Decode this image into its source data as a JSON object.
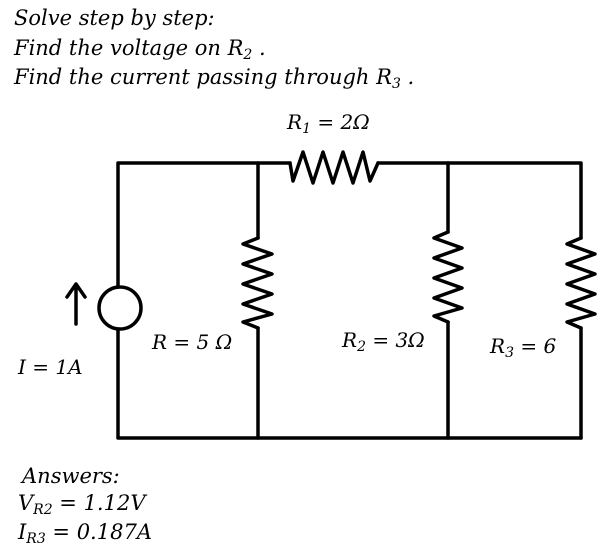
{
  "problem": {
    "line1": "Solve step by step:",
    "line2_prefix": "Find the voltage on R",
    "line2_sub": "2",
    "line2_suffix": " .",
    "line3_prefix": "Find the current passing through R",
    "line3_sub": "3",
    "line3_suffix": " ."
  },
  "circuit": {
    "r1": {
      "sym": "R",
      "sub": "1",
      "rest": " = 2Ω"
    },
    "r": {
      "text": "R = 5 Ω"
    },
    "r2": {
      "sym": "R",
      "sub": "2",
      "rest": " = 3Ω"
    },
    "r3": {
      "sym": "R",
      "sub": "3",
      "rest": " = 6"
    },
    "source": {
      "text": "I = 1A"
    }
  },
  "answers": {
    "heading": "Answers:",
    "vr2": {
      "sym": "V",
      "sub": "R2",
      "rest": " = 1.12V"
    },
    "ir3": {
      "sym": "I",
      "sub": "R3",
      "rest": " = 0.187A"
    }
  },
  "colors": {
    "ink": "#000000",
    "background": "#ffffff"
  }
}
